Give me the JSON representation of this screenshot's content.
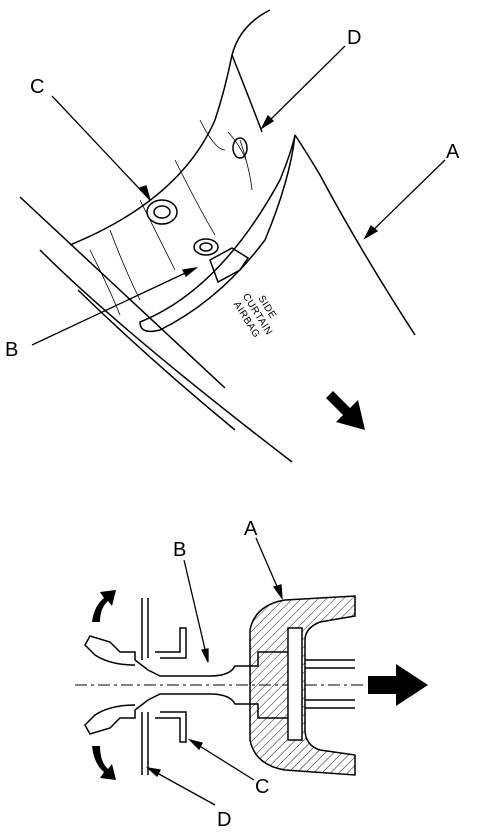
{
  "callouts": {
    "top": {
      "A": "A",
      "B": "B",
      "C": "C",
      "D": "D"
    },
    "bottom": {
      "A": "A",
      "B": "B",
      "C": "C",
      "D": "D"
    }
  },
  "stamp_lines": [
    "SIDE",
    "CURTAIN",
    "AIRBAG"
  ],
  "icons": {
    "pull_direction_top": "thick-arrow-down-right-icon",
    "pull_direction_bottom": "thick-arrow-right-icon",
    "release_up": "curved-arrow-up-icon",
    "release_down": "curved-arrow-down-icon"
  }
}
